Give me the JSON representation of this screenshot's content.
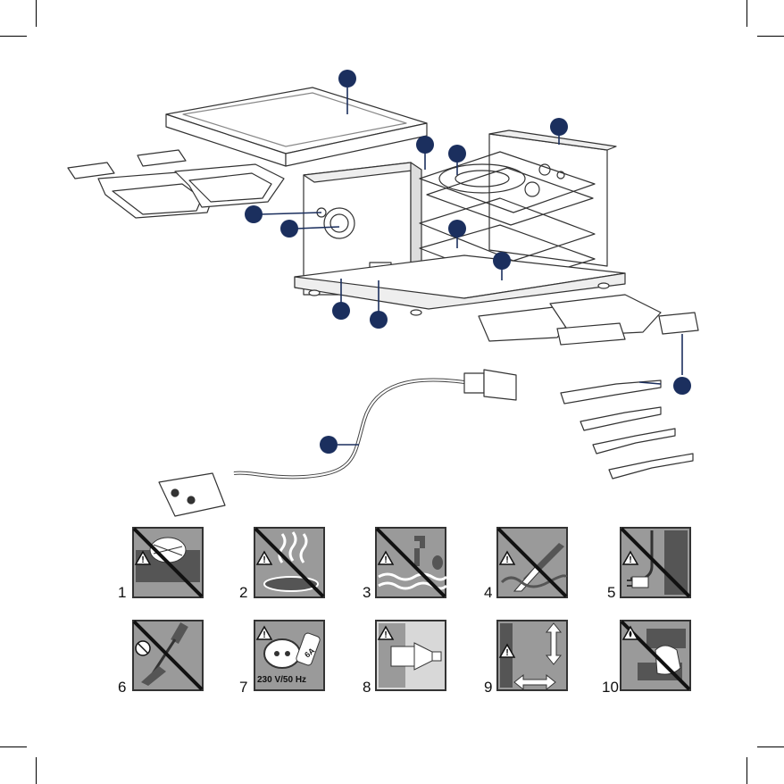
{
  "warnings": [
    {
      "number": "1",
      "icon": "no-water-immersion-icon"
    },
    {
      "number": "2",
      "icon": "no-hot-surface-icon"
    },
    {
      "number": "3",
      "icon": "no-water-tap-icon"
    },
    {
      "number": "4",
      "icon": "no-cable-cut-icon"
    },
    {
      "number": "5",
      "icon": "no-pull-cable-icon"
    },
    {
      "number": "6",
      "icon": "no-self-repair-icon"
    },
    {
      "number": "7",
      "icon": "mains-voltage-icon"
    },
    {
      "number": "8",
      "icon": "unplug-after-use-icon"
    },
    {
      "number": "9",
      "icon": "keep-distance-icon"
    },
    {
      "number": "10",
      "icon": "hot-surface-warning-icon"
    }
  ],
  "voltage_label": "230 V/50 Hz",
  "fuse_label": "6A",
  "colors": {
    "callout": "#1b2f5e",
    "tile_dark": "#555555",
    "tile_mid": "#9a9a9a",
    "tile_light": "#d8d8d8",
    "outline": "#333333"
  }
}
